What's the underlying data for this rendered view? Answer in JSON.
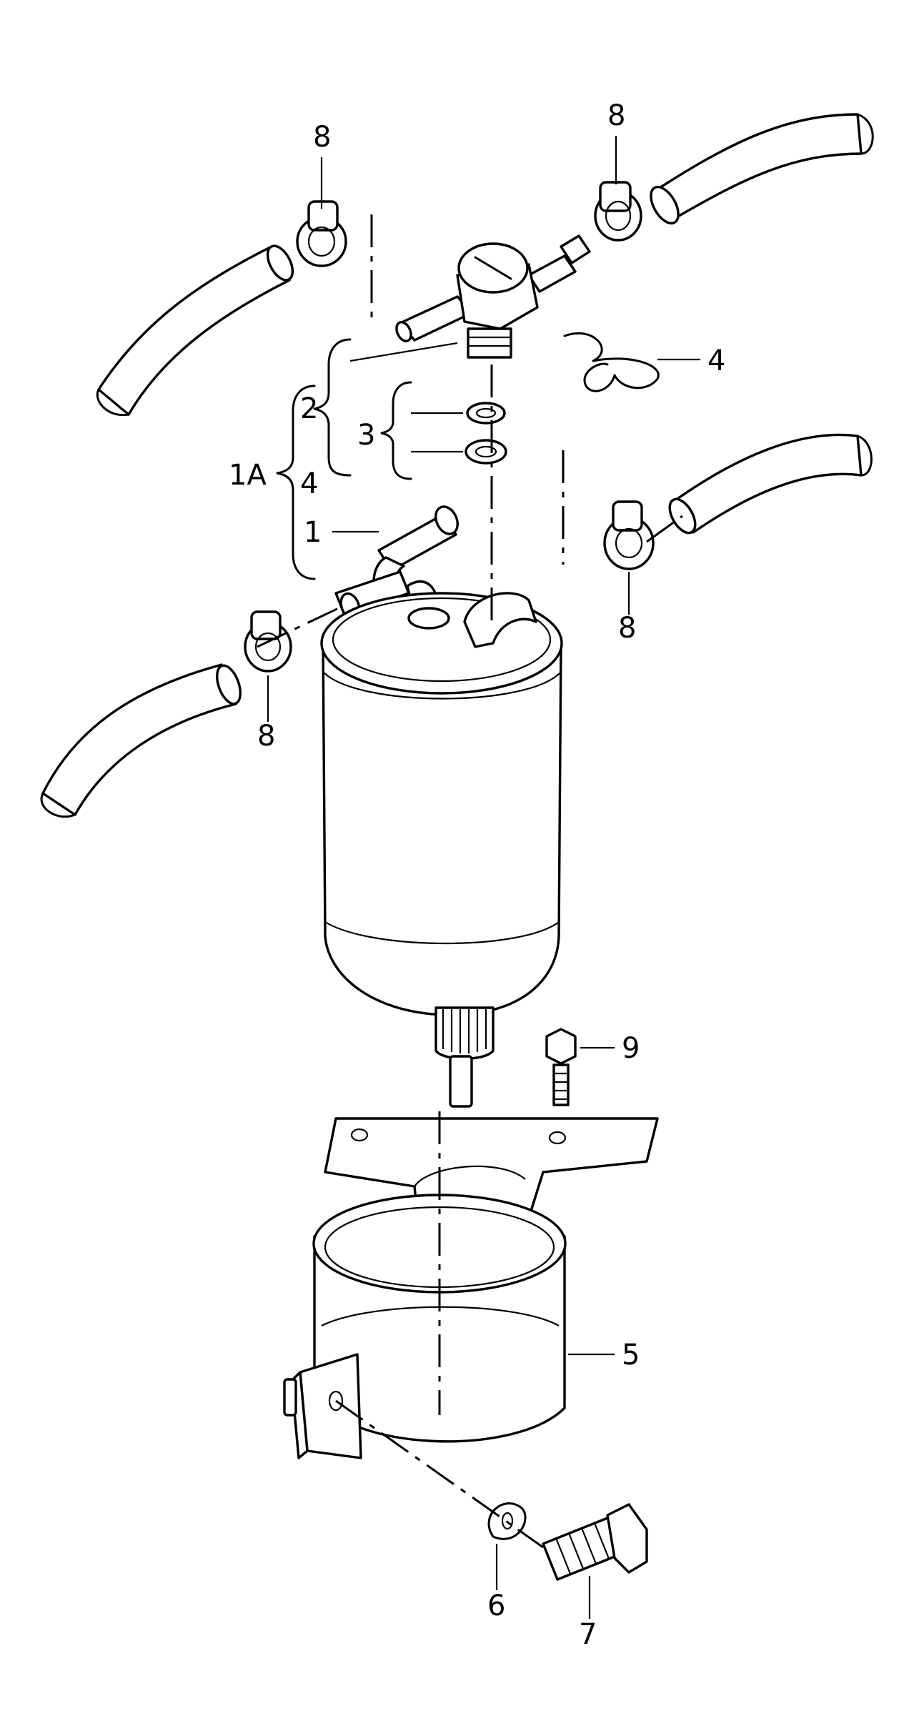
{
  "callouts": {
    "c8_top_left": "8",
    "c8_top_right": "8",
    "c4_top": "4",
    "c2": "2",
    "c3": "3",
    "c1A": "1A",
    "c4_bracket": "4",
    "c1": "1",
    "c8_mid_right": "8",
    "c8_mid_left": "8",
    "c9": "9",
    "c5": "5",
    "c6": "6",
    "c7": "7"
  },
  "colors": {
    "line": "#000000",
    "background": "#ffffff"
  }
}
